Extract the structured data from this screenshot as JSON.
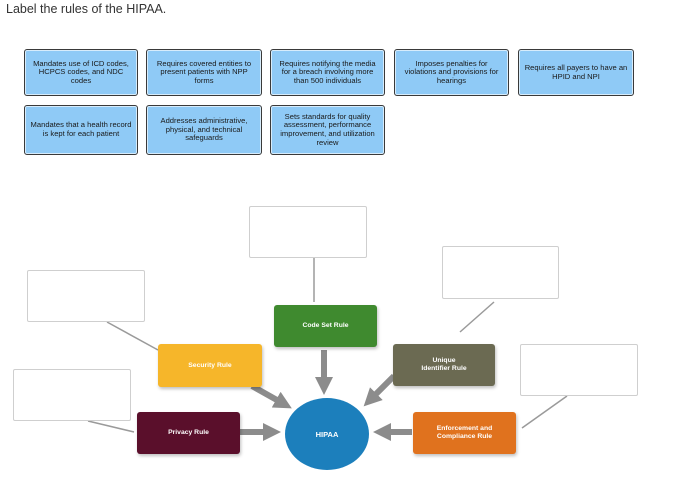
{
  "instruction": "Label the rules of the HIPAA.",
  "tiles": [
    "Mandates use of ICD codes, HCPCS codes, and NDC codes",
    "Requires covered entities to present patients with NPP forms",
    "Requires notifying the media for a breach involving more than 500 individuals",
    "Imposes penalties for violations and provisions for hearings",
    "Requires all payers to have an HPID and NPI",
    "Mandates that a health record is kept for each patient",
    "Addresses administrative, physical, and technical safeguards",
    "Sets standards for quality assessment, performance improvement, and utilization review"
  ],
  "diagram": {
    "center": "HIPAA",
    "code_set": "Code Set Rule",
    "security": "Security Rule",
    "unique_identifier": "Unique Identifier Rule",
    "privacy": "Privacy Rule",
    "enforcement": "Enforcement and Compliance Rule"
  },
  "colors": {
    "tile": "#8fcaf6",
    "code_set": "#3f8a2f",
    "security": "#f6b62a",
    "unique_identifier": "#6b6a52",
    "privacy": "#5a0f2b",
    "enforcement": "#e0721e",
    "center": "#1c7fbc",
    "arrow": "#8c8c8c"
  }
}
